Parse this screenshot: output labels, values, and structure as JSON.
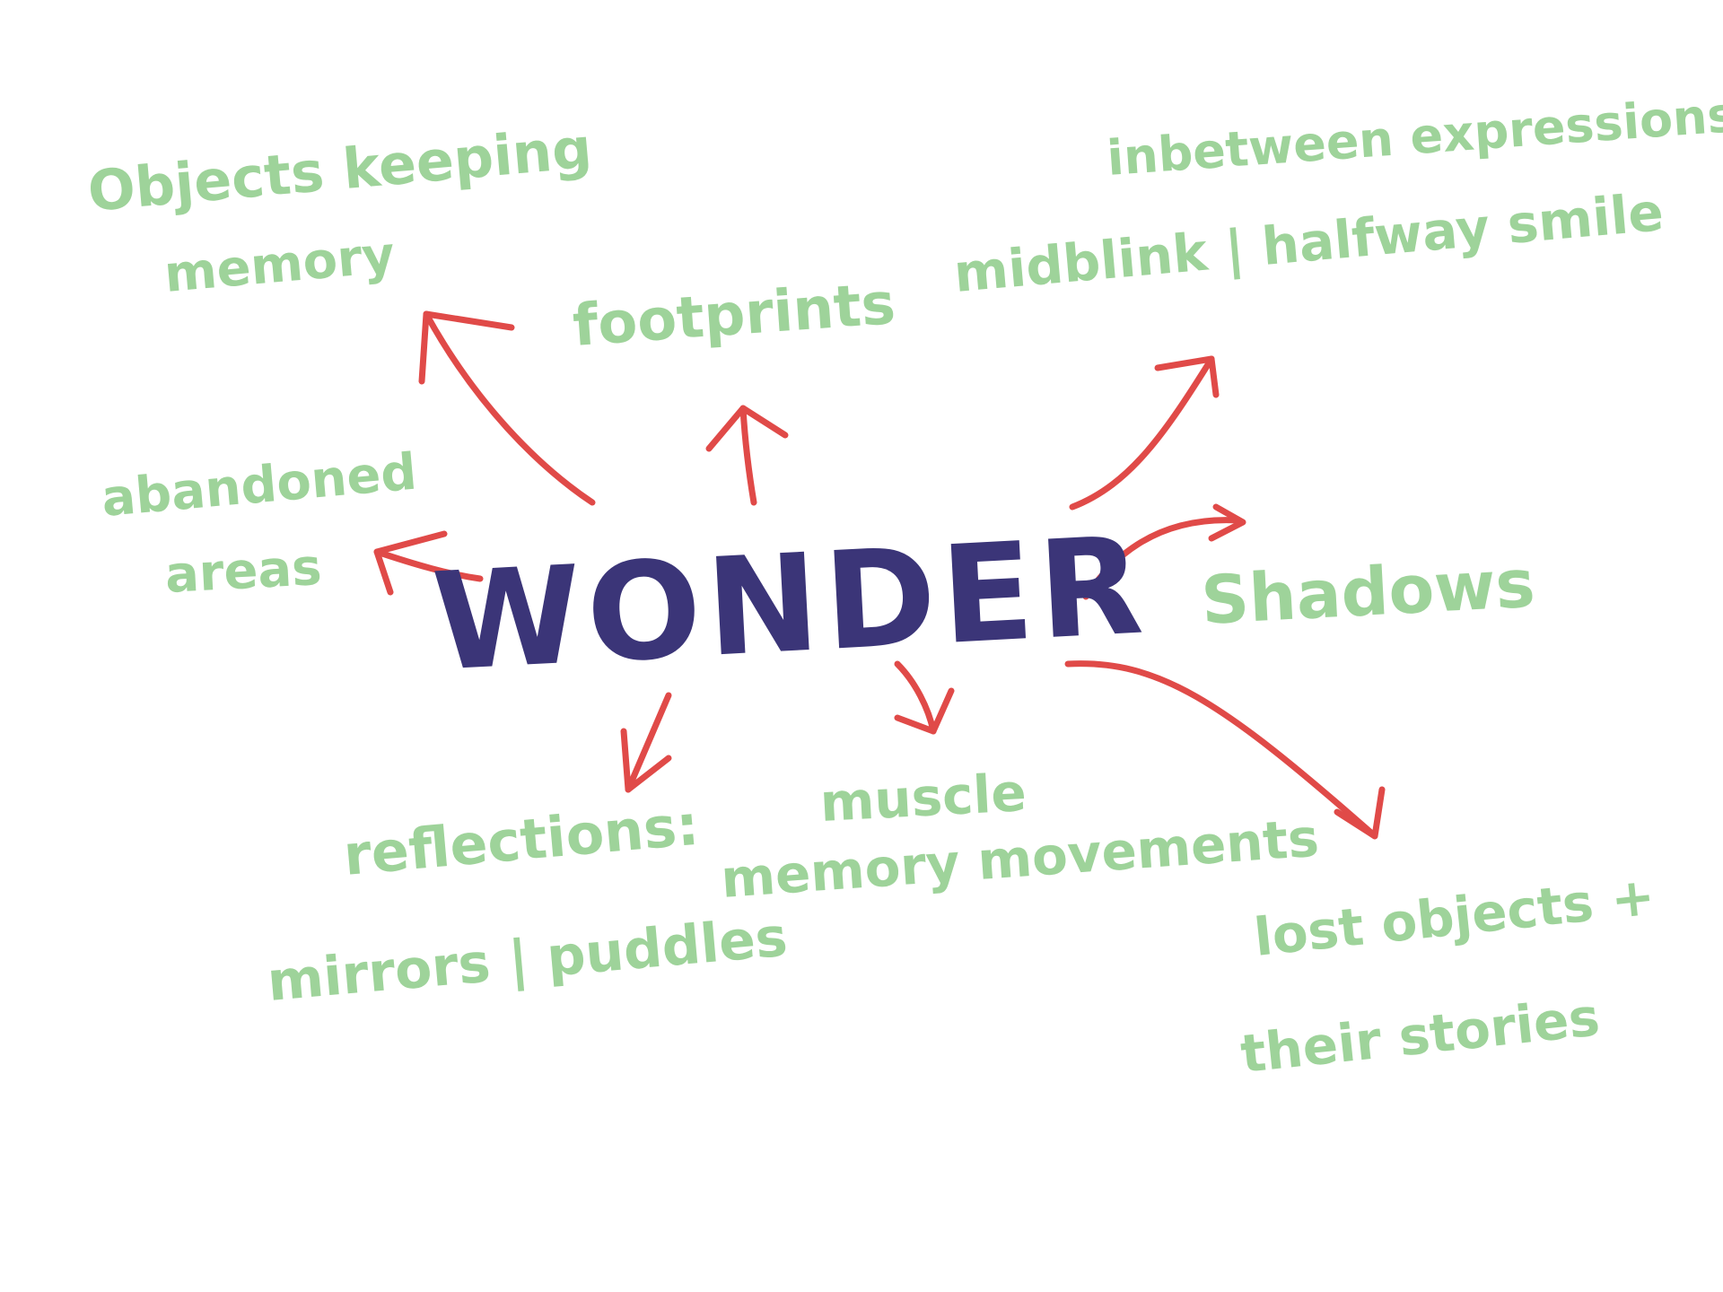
{
  "colors": {
    "center_text": "#3b3578",
    "node_text": "#9ed39a",
    "arrow": "#e04a48",
    "background": "#ffffff"
  },
  "center": {
    "label": "WONDER"
  },
  "nodes": {
    "objects_keeping_memory": [
      "Objects keeping",
      "memory"
    ],
    "footprints": [
      "footprints"
    ],
    "inbetween_expressions": [
      "inbetween expressions:",
      "midblink | halfway smile"
    ],
    "abandoned_areas": [
      "abandoned",
      "areas"
    ],
    "shadows": [
      "Shadows"
    ],
    "reflections": [
      "reflections:",
      "mirrors | puddles"
    ],
    "muscle_memory_movements": [
      "muscle",
      "memory movements"
    ],
    "lost_objects": [
      "lost objects +",
      "their stories"
    ]
  }
}
